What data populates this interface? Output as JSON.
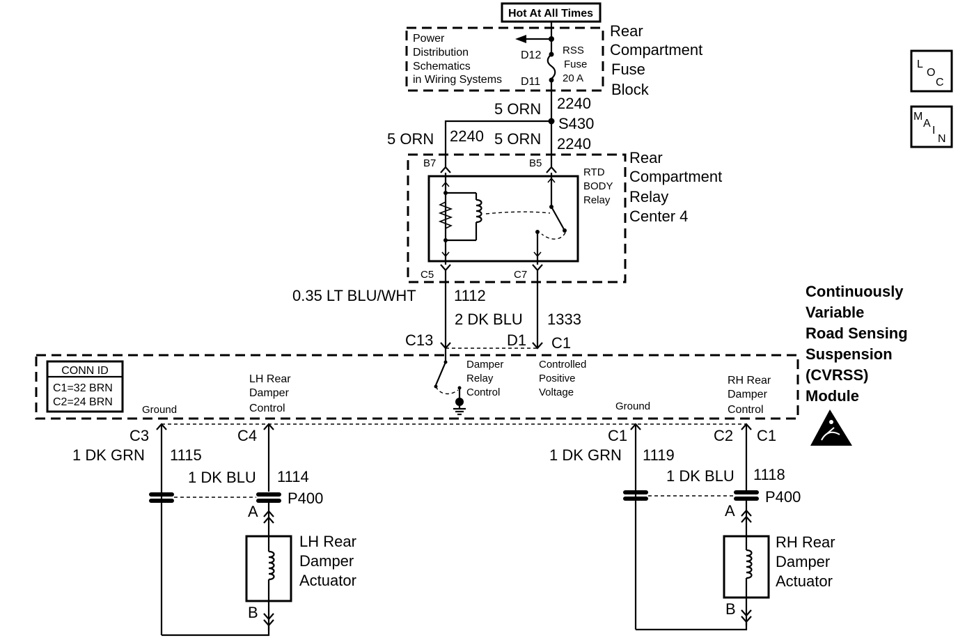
{
  "header": {
    "hot_label": "Hot At All Times"
  },
  "fuse_block": {
    "title_lines": [
      "Rear",
      "Compartment",
      "Fuse",
      "Block"
    ],
    "pds_lines": [
      "Power",
      "Distribution",
      "Schematics",
      "in Wiring Systems"
    ],
    "pin_d12": "D12",
    "pin_d11": "D11",
    "fuse_lines": [
      "RSS",
      "Fuse",
      "20 A"
    ]
  },
  "wires_top": {
    "w1_color": "5 ORN",
    "w1_circuit": "2240",
    "splice": "S430",
    "w2_color": "5 ORN",
    "w2_circuit": "2240",
    "w3_color": "5 ORN",
    "w3_circuit": "2240"
  },
  "relay_center": {
    "title_lines": [
      "Rear",
      "Compartment",
      "Relay",
      "Center 4"
    ],
    "relay_lines": [
      "RTD",
      "BODY",
      "Relay"
    ],
    "pin_b7": "B7",
    "pin_b5": "B5",
    "pin_c5": "C5",
    "pin_c7": "C7"
  },
  "wires_mid": {
    "w_left_color": "0.35 LT BLU/WHT",
    "w_left_circuit": "1112",
    "w_right_color": "2 DK BLU",
    "w_right_circuit": "1333",
    "pin_c13": "C13",
    "pin_d1": "D1",
    "pin_c1": "C1"
  },
  "module": {
    "title_lines": [
      "Continuously",
      "Variable",
      "Road Sensing",
      "Suspension",
      "(CVRSS)",
      "Module"
    ],
    "conn_id_title": "CONN ID",
    "conn_id_lines": [
      "C1=32 BRN",
      "C2=24 BRN"
    ],
    "damper_relay_lines": [
      "Damper",
      "Relay",
      "Control"
    ],
    "controlled_lines": [
      "Controlled",
      "Positive",
      "Voltage"
    ],
    "lh_ground": "Ground",
    "lh_control_lines": [
      "LH Rear",
      "Damper",
      "Control"
    ],
    "rh_ground": "Ground",
    "rh_control_lines": [
      "RH Rear",
      "Damper",
      "Control"
    ]
  },
  "lh_side": {
    "pin_ground": "C3",
    "pin_control": "C4",
    "gnd_color": "1 DK GRN",
    "gnd_circuit": "1115",
    "ctl_color": "1 DK BLU",
    "ctl_circuit": "1114",
    "connector": "P400",
    "pin_a": "A",
    "pin_b": "B",
    "actuator_lines": [
      "LH Rear",
      "Damper",
      "Actuator"
    ]
  },
  "rh_side": {
    "pin_ground": "C1",
    "pin_control_c2": "C2",
    "pin_control_c1": "C1",
    "gnd_color": "1 DK GRN",
    "gnd_circuit": "1119",
    "ctl_color": "1 DK BLU",
    "ctl_circuit": "1118",
    "connector": "P400",
    "pin_a": "A",
    "pin_b": "B",
    "actuator_lines": [
      "RH Rear",
      "Damper",
      "Actuator"
    ]
  },
  "nav": {
    "loc_letters": [
      "L",
      "O",
      "C"
    ],
    "main_letters": [
      "M",
      "A",
      "I",
      "N"
    ]
  },
  "icons": [
    "esd-warning-icon",
    "ground-icon",
    "coil-icon",
    "resistor-icon",
    "fuse-icon",
    "arrow-icon"
  ]
}
